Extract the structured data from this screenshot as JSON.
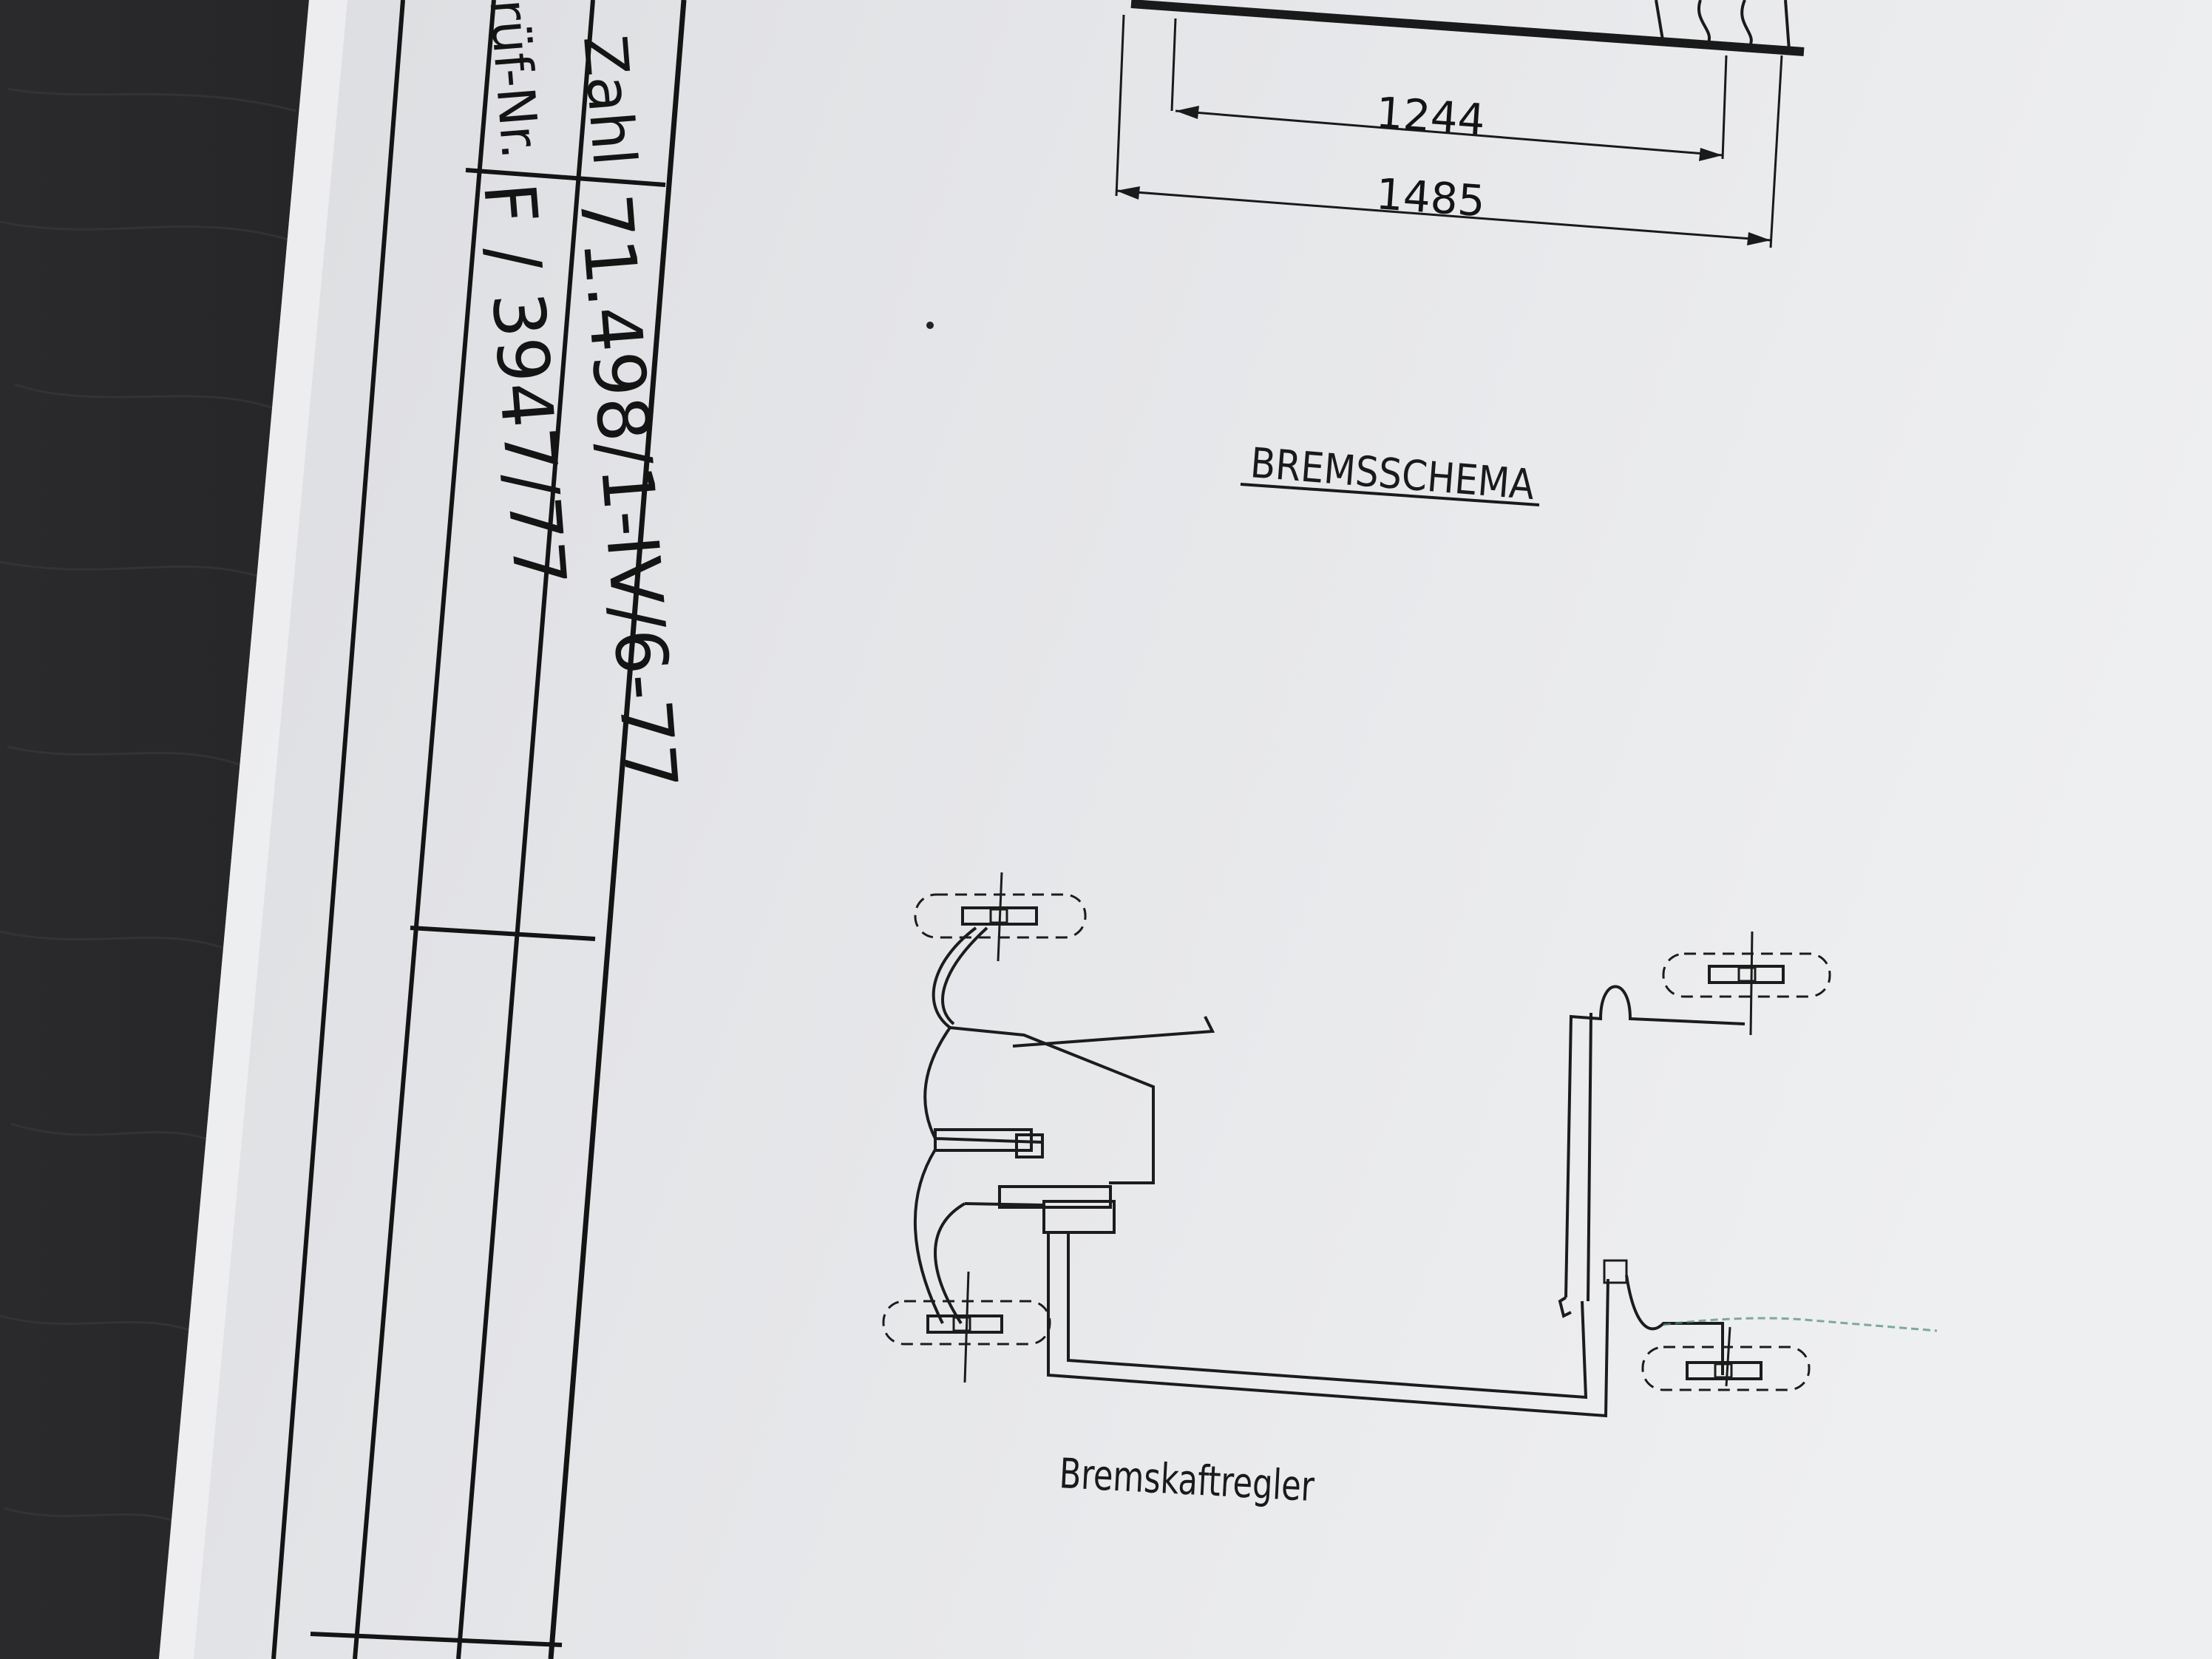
{
  "title_block": {
    "zahl_label": "Zahl",
    "zahl_value": "71.498/1-IV/6-77",
    "pruef_label": "Prüf-Nr.",
    "pruef_value": "F / 3947/77"
  },
  "dimensions": {
    "inner": "1244",
    "outer": "1485"
  },
  "diagram": {
    "title": "BREMSSCHEMA",
    "caption": "Bremskaftregler"
  }
}
